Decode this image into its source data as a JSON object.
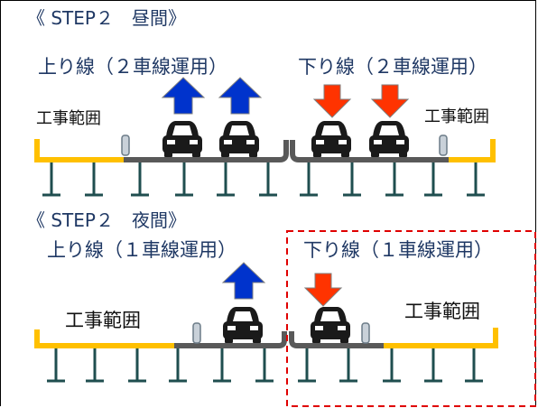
{
  "colors": {
    "text": "#1f3864",
    "deck": "#595959",
    "construction": "#ffc000",
    "arrow_up": "#0033cc",
    "arrow_down": "#ff3300",
    "car": "#1a1a1a",
    "cone": "#c9d1d9",
    "night_box": "#e00000"
  },
  "day": {
    "heading": "《 STEP２　昼間》",
    "up_label": "上り線（２車線運用）",
    "down_label": "下り線（２車線運用）",
    "construction_left": "工事範囲",
    "construction_right": "工事範囲"
  },
  "night": {
    "heading": "《 STEP２　夜間》",
    "up_label": "上り線（１車線運用）",
    "down_label": "下り線（１車線運用）",
    "construction_left": "工事範囲",
    "construction_right": "工事範囲"
  }
}
